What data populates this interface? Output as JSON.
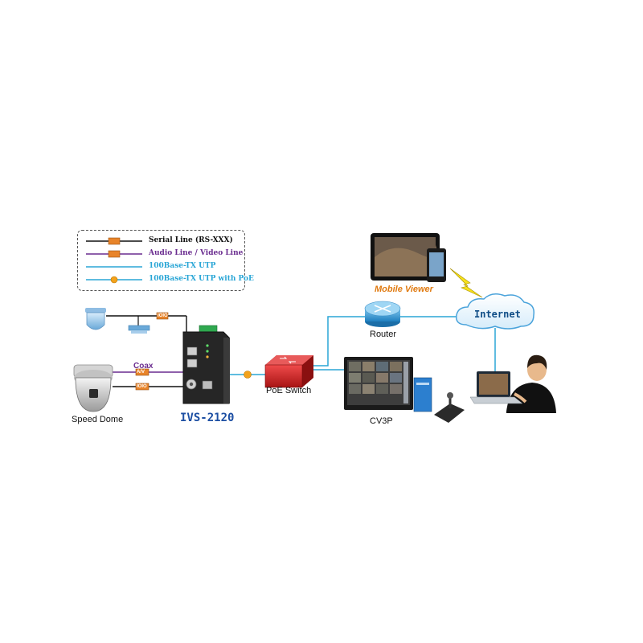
{
  "legend": {
    "items": [
      {
        "label": "Serial Line (RS-XXX)",
        "color": "#111111",
        "tag_color": "#e8842a"
      },
      {
        "label": "Audio Line / Video Line",
        "color": "#6a2c8f",
        "tag_color": "#e8842a"
      },
      {
        "label": "100Base-TX UTP",
        "color": "#2aa6d6"
      },
      {
        "label": "100Base-TX UTP with PoE",
        "color": "#2aa6d6",
        "dot_color": "#f3a21c"
      }
    ]
  },
  "labels": {
    "coax": "Coax",
    "device_model": "IVS-2120",
    "speed_dome": "Speed Dome",
    "poe_switch": "PoE Switch",
    "router": "Router",
    "internet": "Internet",
    "mobile_viewer": "Mobile Viewer",
    "cv3p": "CV3P",
    "tag_serial": "IOIO",
    "tag_av": "A/V"
  },
  "colors": {
    "serial_line": "#111111",
    "av_line": "#6a2c8f",
    "utp_line": "#2aa6d6",
    "poe_dot": "#f3a21c",
    "brand_blue": "#1d4fa3",
    "mobile_viewer_orange": "#e07a10"
  }
}
